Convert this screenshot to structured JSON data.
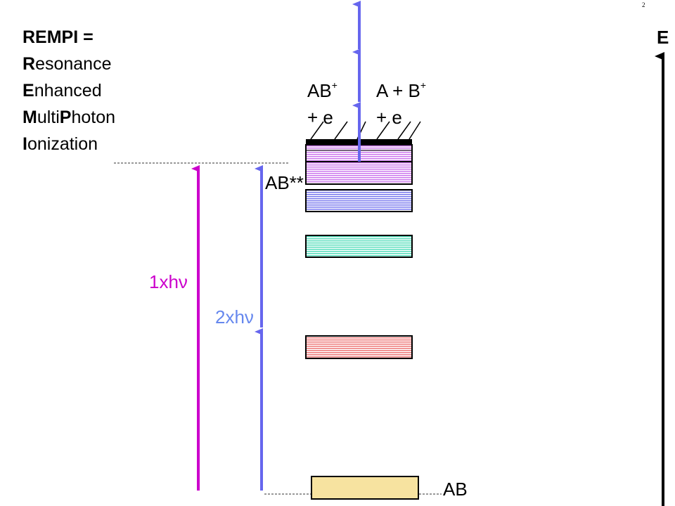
{
  "slide_number": "2",
  "title": {
    "line1": "REMPI =",
    "lines": [
      {
        "initial": "R",
        "rest": "esonance"
      },
      {
        "initial": "E",
        "rest": "nhanced"
      },
      {
        "initial": "M",
        "rest": "ulti",
        "initial2": "P",
        "rest2": "hoton"
      },
      {
        "initial": "I",
        "rest": "onization"
      }
    ]
  },
  "energy_axis_label": "E",
  "states": {
    "ground": "AB",
    "excited": "AB**",
    "ion1_main": "AB",
    "ion1_charge": "+",
    "ion1_electron": "+ e",
    "ion2_main": "A + B",
    "ion2_charge": "+",
    "ion2_electron": "+ e"
  },
  "photons": {
    "one": "1xhν",
    "two": "2xhν"
  },
  "colors": {
    "magenta_arrow": "#cc00cc",
    "blue_arrow": "#6666ee",
    "band_red": "#ee7777",
    "band_teal": "#66ddbb",
    "band_blue": "#8888ee",
    "band_pink": "#cc88ee",
    "band_ground": "#f7e3a0"
  }
}
